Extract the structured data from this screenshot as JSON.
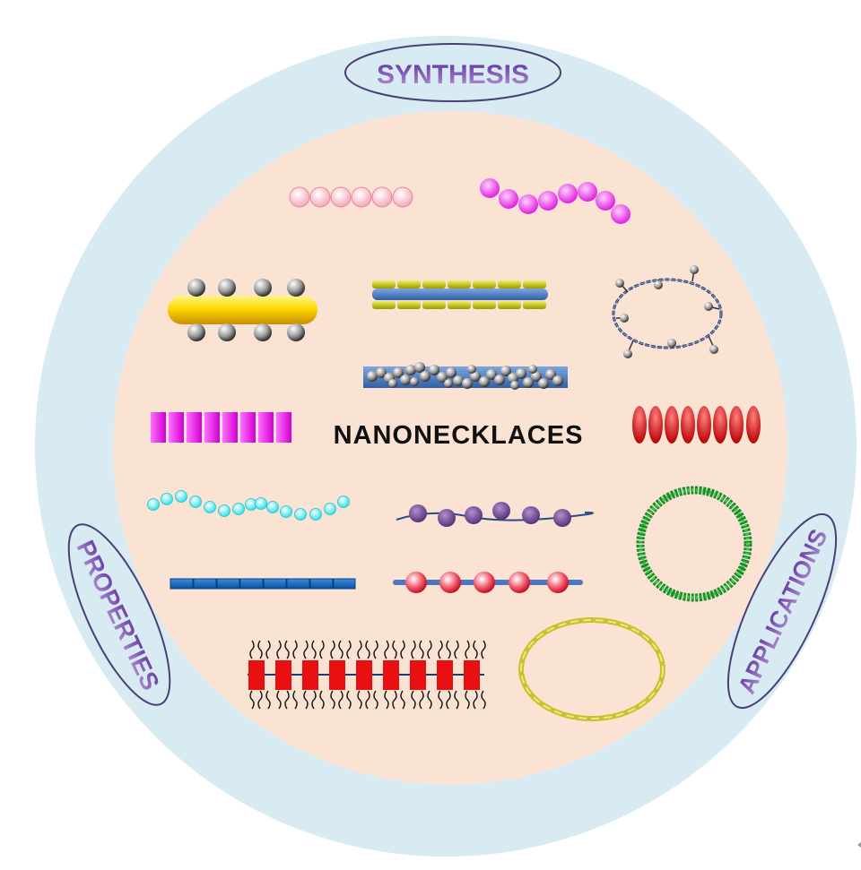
{
  "center_label": "NANONECKLACES",
  "ring_labels": {
    "synthesis": "SYNTHESIS",
    "properties": "PROPERTIES",
    "applications": "APPLICATIONS"
  },
  "colors": {
    "outer_ring": "#d8ebf2",
    "inner_disk": "#fbe3d4",
    "label_text": "#7b4bb0",
    "label_border": "#4a3f7a",
    "center_text": "#111111"
  }
}
